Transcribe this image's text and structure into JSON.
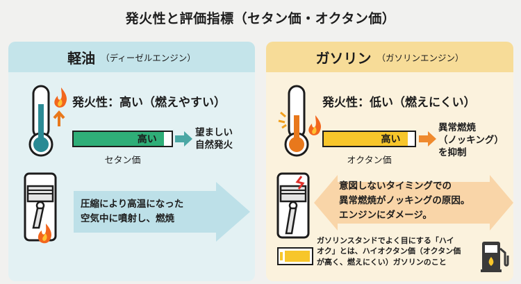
{
  "title": "発火性と評価指標（セタン価・オクタン価）",
  "colors": {
    "cetane_green": "#2fae78",
    "octane_yellow": "#f7c62b",
    "thermo_teal": "#2b8a94",
    "thermo_orange": "#e8781c",
    "arrow_teal": "#4aa7a4",
    "arrow_orange": "#ef8a2e",
    "flame": "#f2661d"
  },
  "left": {
    "title": "軽油",
    "subtitle": "（ディーゼルエンジン）",
    "ignitability": "発火性：高い（燃えやすい）",
    "bar_value": "高い",
    "bar_fill": 0.92,
    "bar_caption": "セタン価",
    "result_line1": "望ましい",
    "result_line2": "自然発火",
    "desc_line1": "圧縮により高温になった",
    "desc_line2": "空気中に噴射し、燃焼",
    "icons": [
      "thermometer-icon",
      "flame-icon",
      "up-arrow-icon",
      "piston-icon",
      "flame-icon"
    ]
  },
  "right": {
    "title": "ガソリン",
    "subtitle": "（ガソリンエンジン）",
    "ignitability": "発火性：低い（燃えにくい）",
    "bar_value": "高い",
    "bar_fill": 0.92,
    "bar_caption": "オクタン価",
    "result_line1": "異常燃焼",
    "result_line2": "（ノッキング）",
    "result_line3": "を抑制",
    "warn_line1": "意図しないタイミングでの",
    "warn_line2": "異常燃焼がノッキングの原因。",
    "warn_line3": "エンジンにダメージ。",
    "note_line1": "ガソリンスタンドでよく目にする「ハイ",
    "note_line2": "オク」とは、ハイオクタン価（オクタン価",
    "note_line3": "が高く、燃えにくい）ガソリンのこと",
    "icons": [
      "thermometer-icon",
      "flame-icon",
      "spark-icon",
      "piston-icon",
      "crack-icon",
      "fuel-pump-icon",
      "fuel-can-icon"
    ]
  }
}
